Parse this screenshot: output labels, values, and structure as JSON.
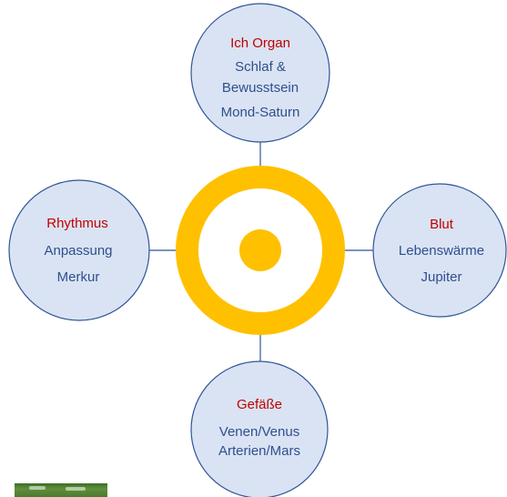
{
  "colors": {
    "node_fill": "#dae3f3",
    "node_stroke": "#2f5597",
    "connector": "#2f5597",
    "ring": "#ffc000",
    "title_text": "#c00000",
    "body_text": "#2f4f8f"
  },
  "nodes": {
    "top": {
      "title": "Ich Organ",
      "lines": [
        "Schlaf &",
        "Bewusstsein",
        "Mond-Saturn"
      ]
    },
    "left": {
      "title": "Rhythmus",
      "lines": [
        "Anpassung",
        "Merkur"
      ]
    },
    "right": {
      "title": "Blut",
      "lines": [
        "Lebenswärme",
        "Jupiter"
      ]
    },
    "bottom": {
      "title": "Gefäße",
      "lines": [
        "Venen/Venus",
        "Arterien/Mars"
      ]
    }
  },
  "thumbnail": {
    "icon": "landscape-thumbnail-icon"
  }
}
